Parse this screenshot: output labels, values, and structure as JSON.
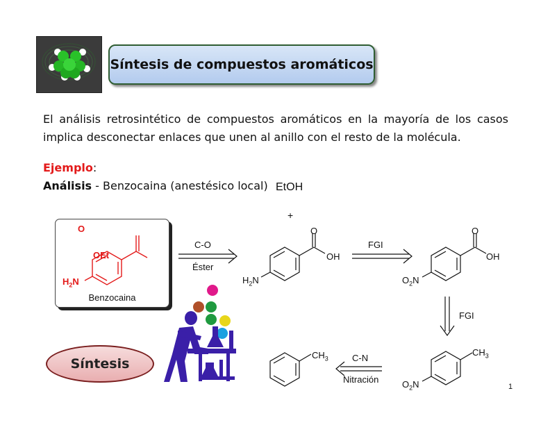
{
  "title": "Síntesis de compuestos aromáticos",
  "intro": "El análisis retrosintético de compuestos aromáticos en la mayoría de los casos implica desconectar enlaces que unen al anillo con el resto de la molécula.",
  "example": {
    "label": "Ejemplo",
    "colon": ":"
  },
  "analysis": {
    "label": "Análisis",
    "rest": " - Benzocaina (anestésico local)"
  },
  "benzocaine": {
    "o": "O",
    "oet": "OEt",
    "h2n": "H",
    "h2n_sub": "2",
    "h2n_n": "N",
    "caption": "Benzocaina"
  },
  "etoh": "EtOH",
  "plus": "+",
  "arrow1": {
    "top": "C-O",
    "bottom": "Éster"
  },
  "acid1": {
    "o": "O",
    "oh": "OH",
    "h": "H",
    "sub": "2",
    "n": "N"
  },
  "arrow2": {
    "top": "FGI"
  },
  "acid2": {
    "o": "O",
    "oh": "OH",
    "o2": "O",
    "sub": "2",
    "n": "N"
  },
  "arrow3": {
    "label": "FGI"
  },
  "nitrotoluene": {
    "ch": "CH",
    "sub": "3",
    "o2": "O",
    "o2sub": "2",
    "n": "N"
  },
  "arrow4": {
    "top": "C-N",
    "bottom": "Nitración"
  },
  "toluene": {
    "ch": "CH",
    "sub": "3"
  },
  "synthesis": "Síntesis",
  "page_number": "1",
  "colors": {
    "accent_red": "#e31a1a",
    "title_box": "#c4d7f2",
    "synth_oval": "#efc3c4"
  }
}
